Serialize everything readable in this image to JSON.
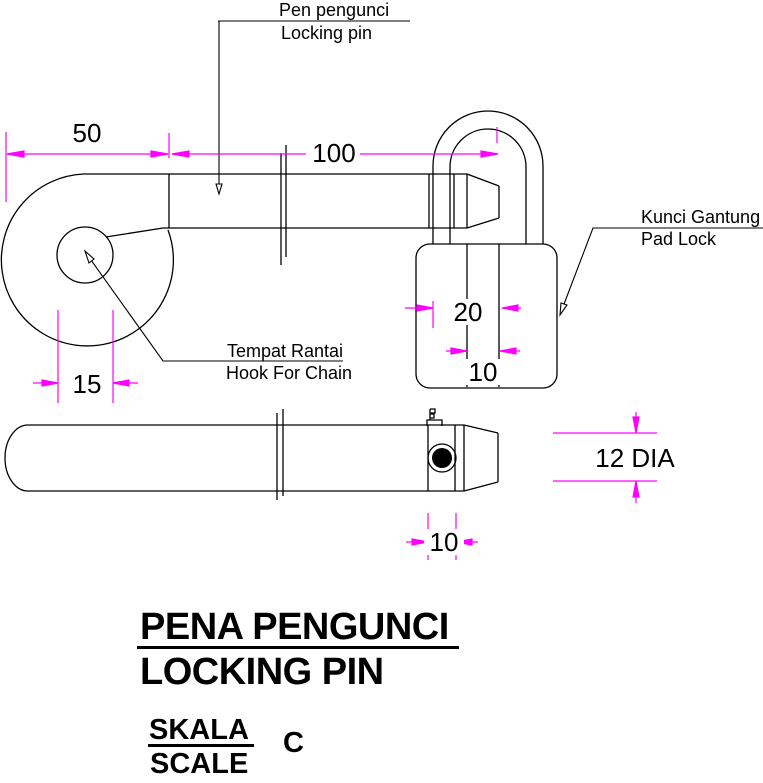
{
  "drawing": {
    "callouts": {
      "pen_pengunci": {
        "line1": "Pen pengunci",
        "line2": "Locking pin"
      },
      "kunci_gantung": {
        "line1": "Kunci Gantung",
        "line2": "Pad Lock"
      },
      "tempat_rantai": {
        "line1": "Tempat Rantai",
        "line2": "Hook For Chain"
      }
    },
    "dimensions": {
      "hook_length": "50",
      "pin_length": "100",
      "lock_body_width": "20",
      "pin_width_at_lock": "10",
      "hook_inner_diameter": "15",
      "hole_section_width": "10",
      "pin_diameter": "12 DIA"
    },
    "title_block": {
      "title_line1": "PENA PENGUNCI",
      "title_line2": "LOCKING PIN",
      "scale_label_line1": "SKALA",
      "scale_label_line2": "SCALE",
      "scale_value": "C"
    },
    "colors": {
      "dimension_color": "#FF00FF",
      "line_color": "#000000",
      "background": "#FFFFFF"
    }
  }
}
